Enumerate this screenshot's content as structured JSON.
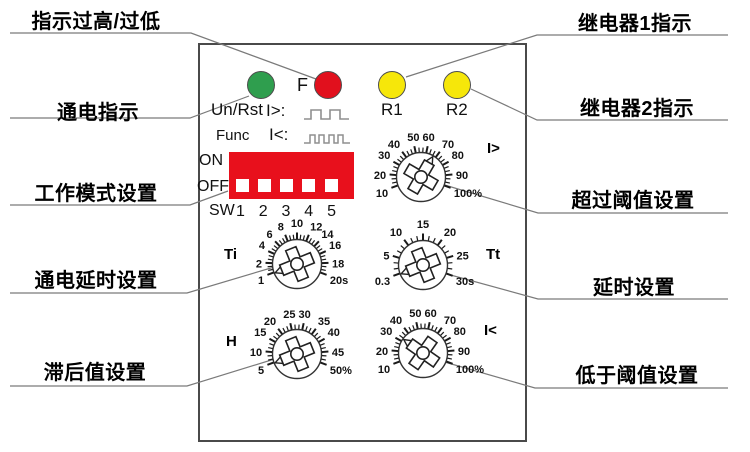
{
  "left_labels": [
    {
      "text": "指示过高/过低"
    },
    {
      "text": "通电指示"
    },
    {
      "text": "工作模式设置"
    },
    {
      "text": "通电延时设置"
    },
    {
      "text": "滞后值设置"
    }
  ],
  "right_labels": [
    {
      "text": "继电器1指示"
    },
    {
      "text": "继电器2指示"
    },
    {
      "text": "超过阈值设置"
    },
    {
      "text": "延时设置"
    },
    {
      "text": "低于阈值设置"
    }
  ],
  "panel": {
    "leds": [
      {
        "name": "power-led",
        "color": "#2f9e4e",
        "label": "Un/Rst"
      },
      {
        "name": "fault-led",
        "color": "#e1101d",
        "label": "F"
      },
      {
        "name": "relay1-led",
        "color": "#f6e70a",
        "label": "R1"
      },
      {
        "name": "relay2-led",
        "color": "#f6e70a",
        "label": "R2"
      }
    ],
    "signal_rows": [
      {
        "label": "I>:",
        "waveform": "slow-square-wave"
      },
      {
        "label": "I<:",
        "waveform": "fast-square-wave"
      }
    ],
    "func_label": "Func",
    "dip_switch": {
      "on": "ON",
      "off": "OFF",
      "sw": "SW",
      "channels": [
        "1",
        "2",
        "3",
        "4",
        "5"
      ],
      "body_color": "#e8101c",
      "state": "all OFF"
    },
    "dials": [
      {
        "id": "i_gt",
        "label": "I>",
        "labels": [
          "10",
          "20",
          "30",
          "40",
          "50",
          "60",
          "70",
          "80",
          "90",
          "100%"
        ]
      },
      {
        "id": "ti",
        "label": "Ti",
        "labels": [
          "1",
          "2",
          "4",
          "6",
          "8",
          "10",
          "12",
          "14",
          "16",
          "18",
          "20s"
        ]
      },
      {
        "id": "tt",
        "label": "Tt",
        "labels": [
          "0.3",
          "5",
          "10",
          "15",
          "20",
          "25",
          "30s"
        ]
      },
      {
        "id": "h",
        "label": "H",
        "labels": [
          "5",
          "10",
          "15",
          "20",
          "25",
          "30",
          "35",
          "40",
          "45",
          "50%"
        ]
      },
      {
        "id": "i_lt",
        "label": "I<",
        "labels": [
          "10",
          "20",
          "30",
          "40",
          "50",
          "60",
          "70",
          "80",
          "90",
          "100%"
        ]
      }
    ]
  },
  "colors": {
    "green_led": "#2f9e4e",
    "red_led": "#e1101d",
    "yellow_led": "#f6e70a",
    "dip_red": "#e8101c",
    "line_gray": "#7a7a7a",
    "waveform_gray": "#8f8f8f"
  }
}
